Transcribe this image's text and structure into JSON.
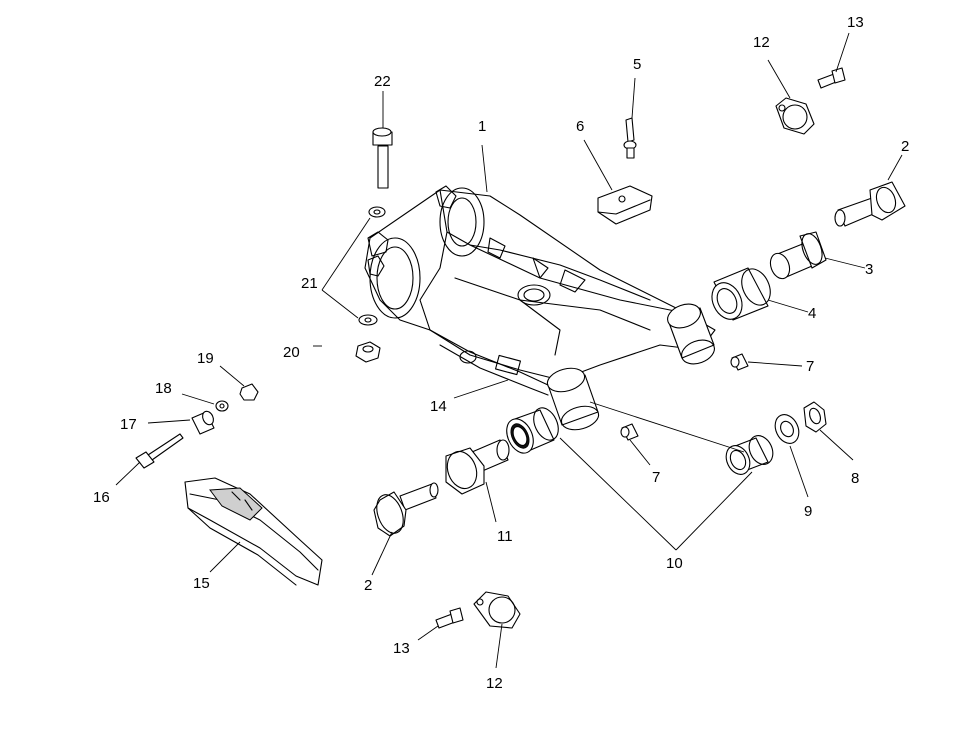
{
  "callouts": {
    "c1": "1",
    "c2a": "2",
    "c2b": "2",
    "c3": "3",
    "c4": "4",
    "c5": "5",
    "c6": "6",
    "c7a": "7",
    "c7b": "7",
    "c8": "8",
    "c9": "9",
    "c10": "10",
    "c11": "11",
    "c12a": "12",
    "c12b": "12",
    "c13a": "13",
    "c13b": "13",
    "c14": "14",
    "c15": "15",
    "c16": "16",
    "c17": "17",
    "c18": "18",
    "c19": "19",
    "c20": "20",
    "c21": "21",
    "c22": "22"
  }
}
